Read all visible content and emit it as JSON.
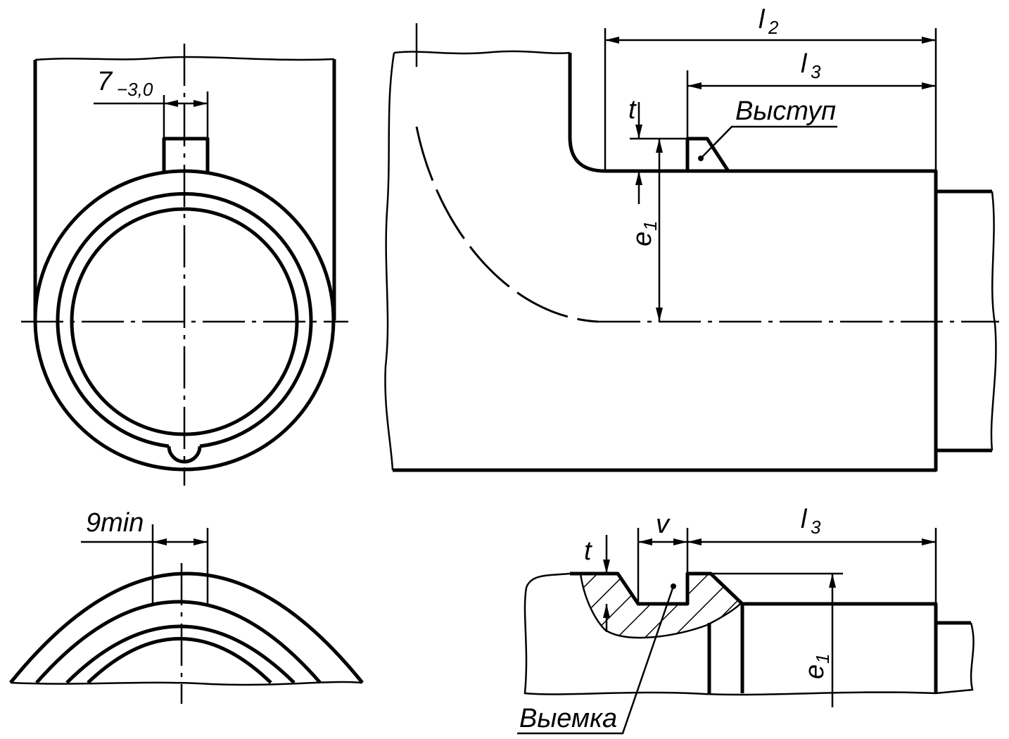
{
  "labels": {
    "key_width": "7",
    "key_tolerance": "−3,0",
    "l2_main": "l",
    "l2_sub": "2",
    "l3_main": "l",
    "l3_sub": "3",
    "t_top": "t",
    "protrusion": "Выступ",
    "e1_main": "e",
    "e1_sub": "1",
    "slot_min": "9min",
    "v": "v",
    "l3b_main": "l",
    "l3b_sub": "3",
    "t_bottom": "t",
    "recess": "Выемка",
    "e1b_main": "e",
    "e1b_sub": "1"
  }
}
